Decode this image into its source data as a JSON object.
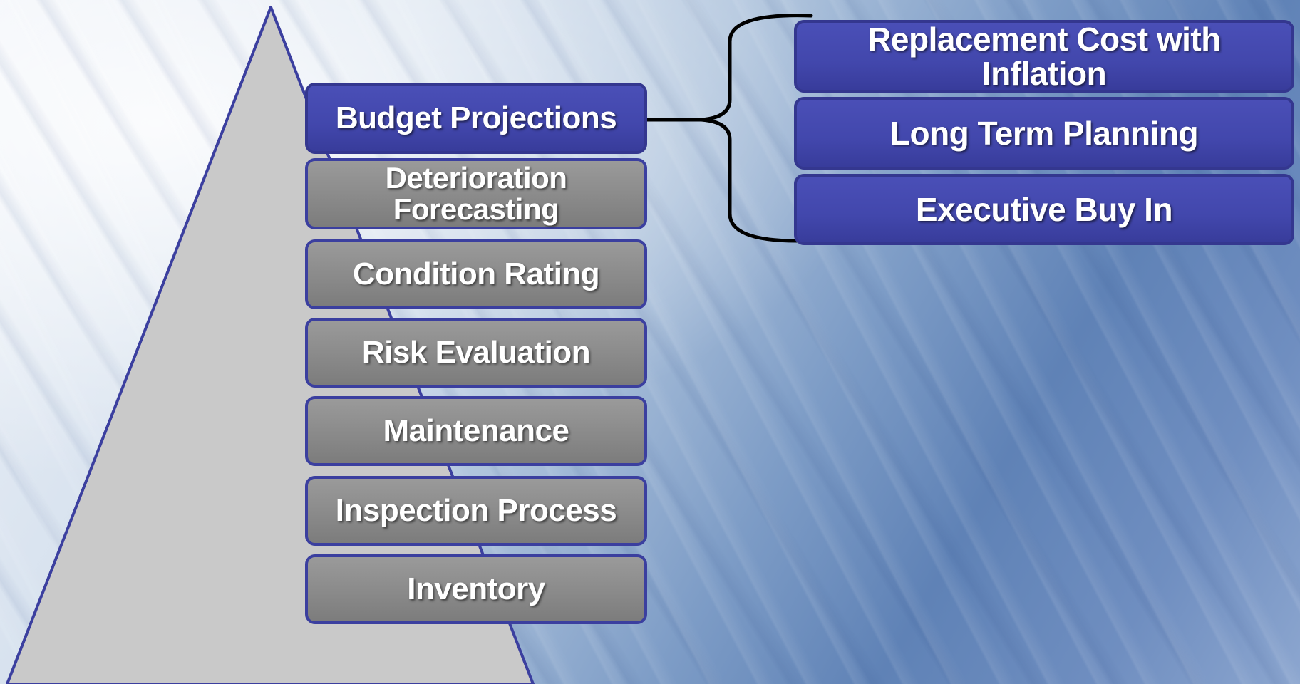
{
  "pyramid": {
    "levels": [
      {
        "label": "Budget Projections",
        "active": true
      },
      {
        "label": "Deterioration Forecasting",
        "active": false
      },
      {
        "label": "Condition Rating",
        "active": false
      },
      {
        "label": "Risk Evaluation",
        "active": false
      },
      {
        "label": "Maintenance",
        "active": false
      },
      {
        "label": "Inspection Process",
        "active": false
      },
      {
        "label": "Inventory",
        "active": false
      }
    ]
  },
  "benefits": [
    {
      "label": "Replacement Cost with Inflation"
    },
    {
      "label": "Long Term Planning"
    },
    {
      "label": "Executive Buy In"
    }
  ],
  "colors": {
    "accent_blue": "#4247ac",
    "level_gray": "#8a8a8a",
    "pyramid_fill": "#c9c9c9",
    "pyramid_stroke": "#3b3f9f"
  }
}
